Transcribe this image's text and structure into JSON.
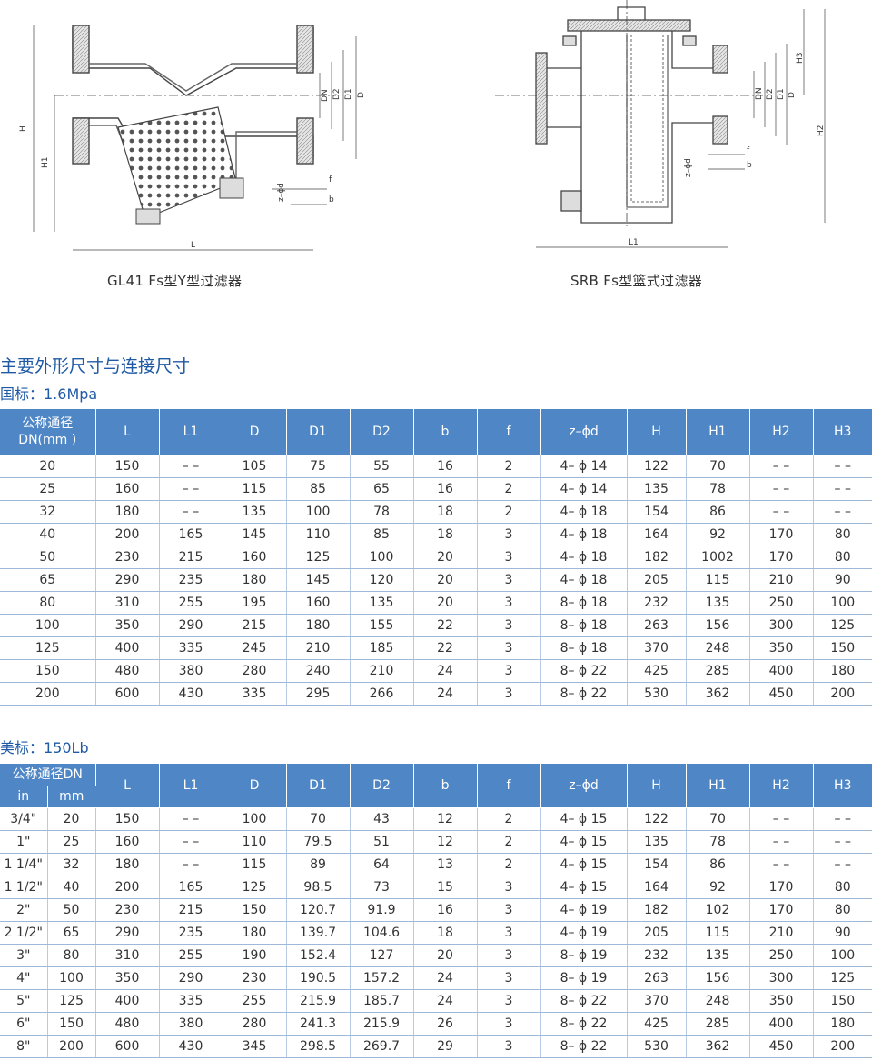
{
  "figures": {
    "y_filter": {
      "caption": "GL41 Fs型Y型过滤器",
      "labels": {
        "H": "H",
        "H1": "H1",
        "L": "L",
        "DN": "DN",
        "D2": "D2",
        "D1": "D1",
        "D": "D",
        "zd": "z–ϕd",
        "f": "f",
        "b": "b"
      }
    },
    "basket_filter": {
      "caption": "SRB Fs型篮式过滤器",
      "labels": {
        "H3": "H3",
        "H2": "H2",
        "L1": "L1",
        "DN": "DN",
        "D2": "D2",
        "D1": "D1",
        "D": "D",
        "zd": "z–ϕd",
        "f": "f",
        "b": "b"
      }
    }
  },
  "section_title": "主要外形尺寸与连接尺寸",
  "tables": [
    {
      "title": "国标：1.6Mpa",
      "header_dn": "公称通径DN(mm )",
      "columns": [
        "L",
        "L1",
        "D",
        "D1",
        "D2",
        "b",
        "f",
        "z–ϕd",
        "H",
        "H1",
        "H2",
        "H3"
      ],
      "rows": [
        [
          "20",
          "150",
          "– –",
          "105",
          "75",
          "55",
          "16",
          "2",
          "4– ϕ 14",
          "122",
          "70",
          "– –",
          "– –"
        ],
        [
          "25",
          "160",
          "– –",
          "115",
          "85",
          "65",
          "16",
          "2",
          "4– ϕ 14",
          "135",
          "78",
          "– –",
          "– –"
        ],
        [
          "32",
          "180",
          "– –",
          "135",
          "100",
          "78",
          "18",
          "2",
          "4– ϕ 18",
          "154",
          "86",
          "– –",
          "– –"
        ],
        [
          "40",
          "200",
          "165",
          "145",
          "110",
          "85",
          "18",
          "3",
          "4– ϕ 18",
          "164",
          "92",
          "170",
          "80"
        ],
        [
          "50",
          "230",
          "215",
          "160",
          "125",
          "100",
          "20",
          "3",
          "4– ϕ 18",
          "182",
          "1002",
          "170",
          "80"
        ],
        [
          "65",
          "290",
          "235",
          "180",
          "145",
          "120",
          "20",
          "3",
          "4– ϕ 18",
          "205",
          "115",
          "210",
          "90"
        ],
        [
          "80",
          "310",
          "255",
          "195",
          "160",
          "135",
          "20",
          "3",
          "8– ϕ 18",
          "232",
          "135",
          "250",
          "100"
        ],
        [
          "100",
          "350",
          "290",
          "215",
          "180",
          "155",
          "22",
          "3",
          "8– ϕ 18",
          "263",
          "156",
          "300",
          "125"
        ],
        [
          "125",
          "400",
          "335",
          "245",
          "210",
          "185",
          "22",
          "3",
          "8– ϕ 18",
          "370",
          "248",
          "350",
          "150"
        ],
        [
          "150",
          "480",
          "380",
          "280",
          "240",
          "210",
          "24",
          "3",
          "8– ϕ 22",
          "425",
          "285",
          "400",
          "180"
        ],
        [
          "200",
          "600",
          "430",
          "335",
          "295",
          "266",
          "24",
          "3",
          "8– ϕ 22",
          "530",
          "362",
          "450",
          "200"
        ]
      ]
    },
    {
      "title": "美标：150Lb",
      "header_dn": "公称通径DN",
      "header_in": "in",
      "header_mm": "mm",
      "columns": [
        "L",
        "L1",
        "D",
        "D1",
        "D2",
        "b",
        "f",
        "z–ϕd",
        "H",
        "H1",
        "H2",
        "H3"
      ],
      "rows": [
        [
          "3/4\"",
          "20",
          "150",
          "– –",
          "100",
          "70",
          "43",
          "12",
          "2",
          "4– ϕ 15",
          "122",
          "70",
          "– –",
          "– –"
        ],
        [
          "1\"",
          "25",
          "160",
          "– –",
          "110",
          "79.5",
          "51",
          "12",
          "2",
          "4– ϕ 15",
          "135",
          "78",
          "– –",
          "– –"
        ],
        [
          "1 1/4\"",
          "32",
          "180",
          "– –",
          "115",
          "89",
          "64",
          "13",
          "2",
          "4– ϕ 15",
          "154",
          "86",
          "– –",
          "– –"
        ],
        [
          "1 1/2\"",
          "40",
          "200",
          "165",
          "125",
          "98.5",
          "73",
          "15",
          "3",
          "4– ϕ 15",
          "164",
          "92",
          "170",
          "80"
        ],
        [
          "2\"",
          "50",
          "230",
          "215",
          "150",
          "120.7",
          "91.9",
          "16",
          "3",
          "4– ϕ 19",
          "182",
          "102",
          "170",
          "80"
        ],
        [
          "2 1/2\"",
          "65",
          "290",
          "235",
          "180",
          "139.7",
          "104.6",
          "18",
          "3",
          "4– ϕ 19",
          "205",
          "115",
          "210",
          "90"
        ],
        [
          "3\"",
          "80",
          "310",
          "255",
          "190",
          "152.4",
          "127",
          "20",
          "3",
          "8– ϕ 19",
          "232",
          "135",
          "250",
          "100"
        ],
        [
          "4\"",
          "100",
          "350",
          "290",
          "230",
          "190.5",
          "157.2",
          "24",
          "3",
          "8– ϕ 19",
          "263",
          "156",
          "300",
          "125"
        ],
        [
          "5\"",
          "125",
          "400",
          "335",
          "255",
          "215.9",
          "185.7",
          "24",
          "3",
          "8– ϕ 22",
          "370",
          "248",
          "350",
          "150"
        ],
        [
          "6\"",
          "150",
          "480",
          "380",
          "280",
          "241.3",
          "215.9",
          "26",
          "3",
          "8– ϕ 22",
          "425",
          "285",
          "400",
          "180"
        ],
        [
          "8\"",
          "200",
          "600",
          "430",
          "345",
          "298.5",
          "269.7",
          "29",
          "3",
          "8– ϕ 22",
          "530",
          "362",
          "450",
          "200"
        ]
      ]
    }
  ]
}
